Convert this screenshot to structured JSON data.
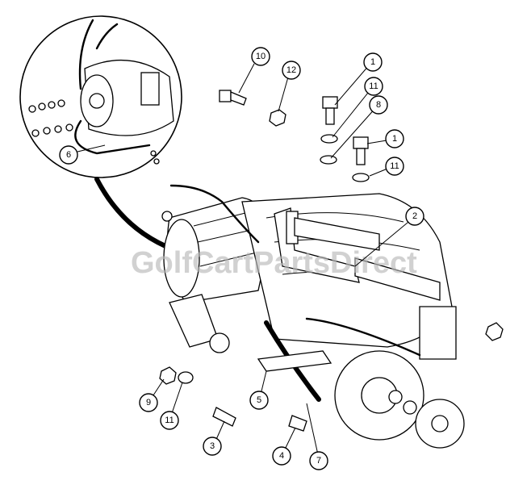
{
  "watermark": "GolfCartPartsDirect",
  "callouts": [
    {
      "label": "1"
    },
    {
      "label": "1"
    },
    {
      "label": "2"
    },
    {
      "label": "3"
    },
    {
      "label": "4"
    },
    {
      "label": "5"
    },
    {
      "label": "6"
    },
    {
      "label": "7"
    },
    {
      "label": "8"
    },
    {
      "label": "9"
    },
    {
      "label": "10"
    },
    {
      "label": "11"
    },
    {
      "label": "11"
    },
    {
      "label": "11"
    },
    {
      "label": "12"
    }
  ]
}
